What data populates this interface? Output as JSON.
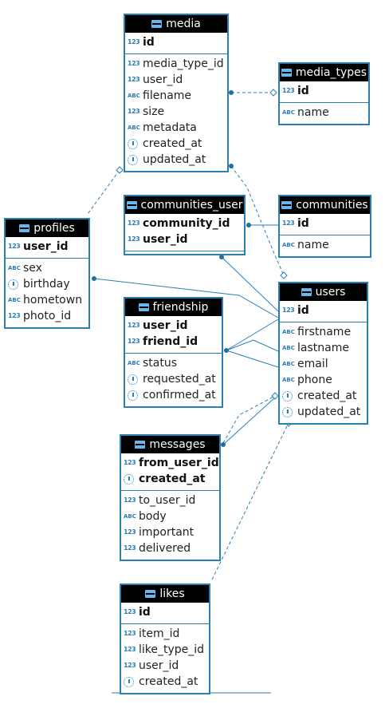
{
  "tables": {
    "media": {
      "title": "media",
      "pk": [
        {
          "name": "id",
          "type_icon": "numeric-key-icon"
        }
      ],
      "fields": [
        {
          "name": "media_type_id",
          "type_icon": "numeric-fk-icon"
        },
        {
          "name": "user_id",
          "type_icon": "numeric-fk-icon"
        },
        {
          "name": "filename",
          "type_icon": "text-icon"
        },
        {
          "name": "size",
          "type_icon": "numeric-icon"
        },
        {
          "name": "metadata",
          "type_icon": "text-icon"
        },
        {
          "name": "created_at",
          "type_icon": "datetime-icon"
        },
        {
          "name": "updated_at",
          "type_icon": "datetime-icon"
        }
      ]
    },
    "media_types": {
      "title": "media_types",
      "pk": [
        {
          "name": "id",
          "type_icon": "numeric-key-icon"
        }
      ],
      "fields": [
        {
          "name": "name",
          "type_icon": "text-icon"
        }
      ]
    },
    "communities_user": {
      "title": "communities_user",
      "pk": [
        {
          "name": "community_id",
          "type_icon": "numeric-key-icon"
        },
        {
          "name": "user_id",
          "type_icon": "numeric-key-icon"
        }
      ],
      "fields": []
    },
    "communities": {
      "title": "communities",
      "pk": [
        {
          "name": "id",
          "type_icon": "numeric-key-icon"
        }
      ],
      "fields": [
        {
          "name": "name",
          "type_icon": "text-icon"
        }
      ]
    },
    "profiles": {
      "title": "profiles",
      "pk": [
        {
          "name": "user_id",
          "type_icon": "numeric-key-icon"
        }
      ],
      "fields": [
        {
          "name": "sex",
          "type_icon": "text-icon"
        },
        {
          "name": "birthday",
          "type_icon": "datetime-icon"
        },
        {
          "name": "hometown",
          "type_icon": "text-icon"
        },
        {
          "name": "photo_id",
          "type_icon": "numeric-fk-icon"
        }
      ]
    },
    "users": {
      "title": "users",
      "pk": [
        {
          "name": "id",
          "type_icon": "numeric-key-icon"
        }
      ],
      "fields": [
        {
          "name": "firstname",
          "type_icon": "text-icon"
        },
        {
          "name": "lastname",
          "type_icon": "text-icon"
        },
        {
          "name": "email",
          "type_icon": "text-key-icon"
        },
        {
          "name": "phone",
          "type_icon": "text-key-icon"
        },
        {
          "name": "created_at",
          "type_icon": "datetime-icon"
        },
        {
          "name": "updated_at",
          "type_icon": "datetime-icon"
        }
      ]
    },
    "friendship": {
      "title": "friendship",
      "pk": [
        {
          "name": "user_id",
          "type_icon": "numeric-key-icon"
        },
        {
          "name": "friend_id",
          "type_icon": "numeric-key-icon"
        }
      ],
      "fields": [
        {
          "name": "status",
          "type_icon": "text-icon"
        },
        {
          "name": "requested_at",
          "type_icon": "datetime-icon"
        },
        {
          "name": "confirmed_at",
          "type_icon": "datetime-icon"
        }
      ]
    },
    "messages": {
      "title": "messages",
      "pk": [
        {
          "name": "from_user_id",
          "type_icon": "numeric-key-icon"
        },
        {
          "name": "created_at",
          "type_icon": "datetime-key-icon"
        }
      ],
      "fields": [
        {
          "name": "to_user_id",
          "type_icon": "numeric-fk-icon"
        },
        {
          "name": "body",
          "type_icon": "text-icon"
        },
        {
          "name": "important",
          "type_icon": "numeric-icon"
        },
        {
          "name": "delivered",
          "type_icon": "numeric-icon"
        }
      ]
    },
    "likes": {
      "title": "likes",
      "pk": [
        {
          "name": "id",
          "type_icon": "numeric-key-icon"
        }
      ],
      "fields": [
        {
          "name": "item_id",
          "type_icon": "numeric-icon"
        },
        {
          "name": "like_type_id",
          "type_icon": "numeric-icon"
        },
        {
          "name": "user_id",
          "type_icon": "numeric-fk-icon"
        },
        {
          "name": "created_at",
          "type_icon": "datetime-icon"
        }
      ]
    }
  },
  "type_glyphs": {
    "numeric-key-icon": "123",
    "numeric-fk-icon": "123",
    "numeric-icon": "123",
    "text-icon": "ABC",
    "text-key-icon": "ABC",
    "datetime-icon": "",
    "datetime-key-icon": ""
  },
  "colors": {
    "table_border": "#2b7fb3",
    "header_bg": "#000000",
    "header_text": "#ffffff",
    "relation_line": "#2b7fb3"
  }
}
